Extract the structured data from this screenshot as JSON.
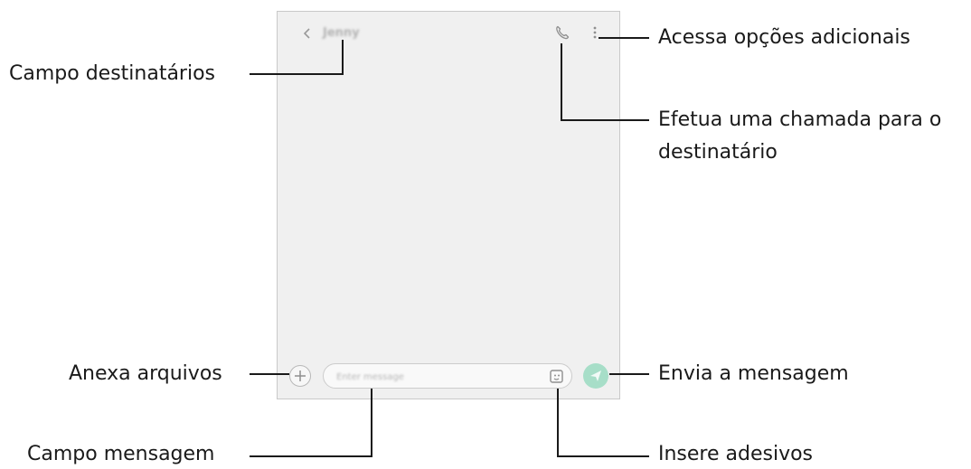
{
  "screen": {
    "contact_name": "Jenny",
    "message_placeholder": "Enter message"
  },
  "callouts": {
    "recipients_field": "Campo destinatários",
    "more_options": "Acessa opções adicionais",
    "call_line1": "Efetua uma chamada para o",
    "call_line2": "destinatário",
    "attach_files": "Anexa arquivos",
    "send_message": "Envia a mensagem",
    "message_field": "Campo mensagem",
    "insert_stickers": "Insere adesivos"
  },
  "icons": {
    "back": "chevron-left-icon",
    "call": "phone-icon",
    "more": "more-vertical-icon",
    "attach": "plus-icon",
    "sticker": "sticker-icon",
    "send": "send-icon"
  },
  "colors": {
    "screen_bg": "#f0f0f0",
    "send_button": "#a7dec8",
    "line": "#1a1a1a"
  }
}
